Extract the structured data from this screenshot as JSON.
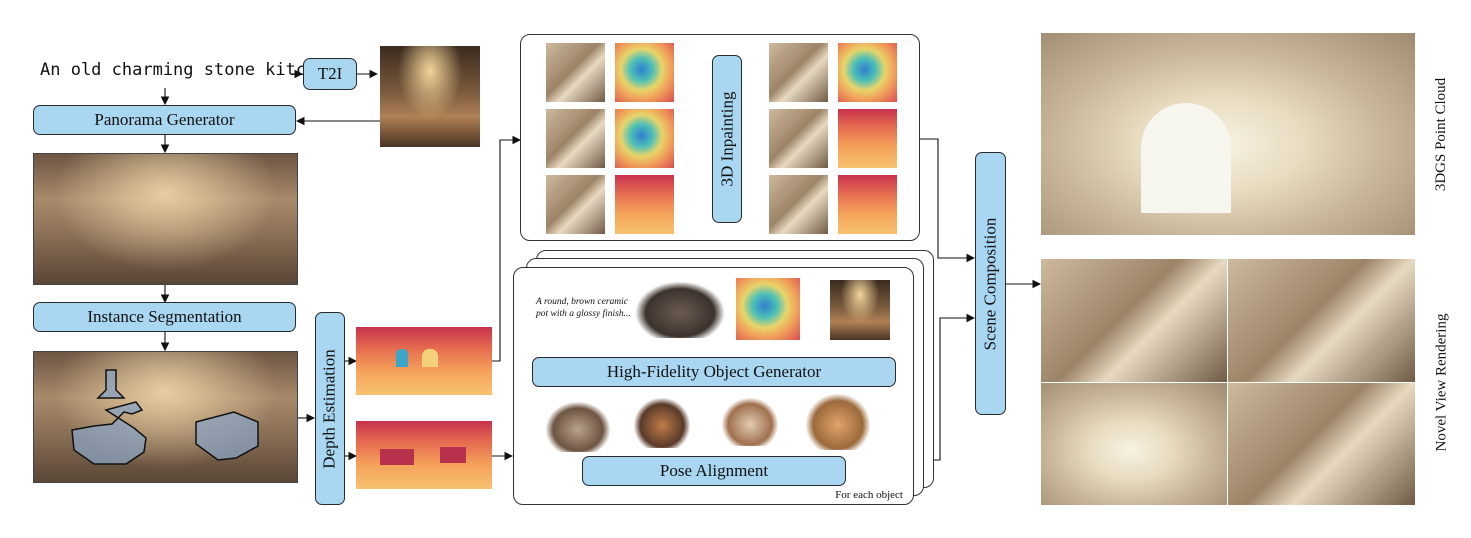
{
  "prompt_text": "An old charming stone kitchen",
  "boxes": {
    "t2i": "T2I",
    "panorama_generator": "Panorama Generator",
    "instance_segmentation": "Instance Segmentation",
    "depth_estimation": "Depth Estimation",
    "inpainting_3d": "3D Inpainting",
    "object_generator": "High-Fidelity Object Generator",
    "pose_alignment": "Pose Alignment",
    "scene_composition": "Scene Composition"
  },
  "object_caption": "A round, brown ceramic pot with a glossy finish...",
  "for_each_object": "For each object",
  "side_labels": {
    "point_cloud": "3DGS Point Cloud",
    "novel_view": "Novel View Rendering"
  }
}
